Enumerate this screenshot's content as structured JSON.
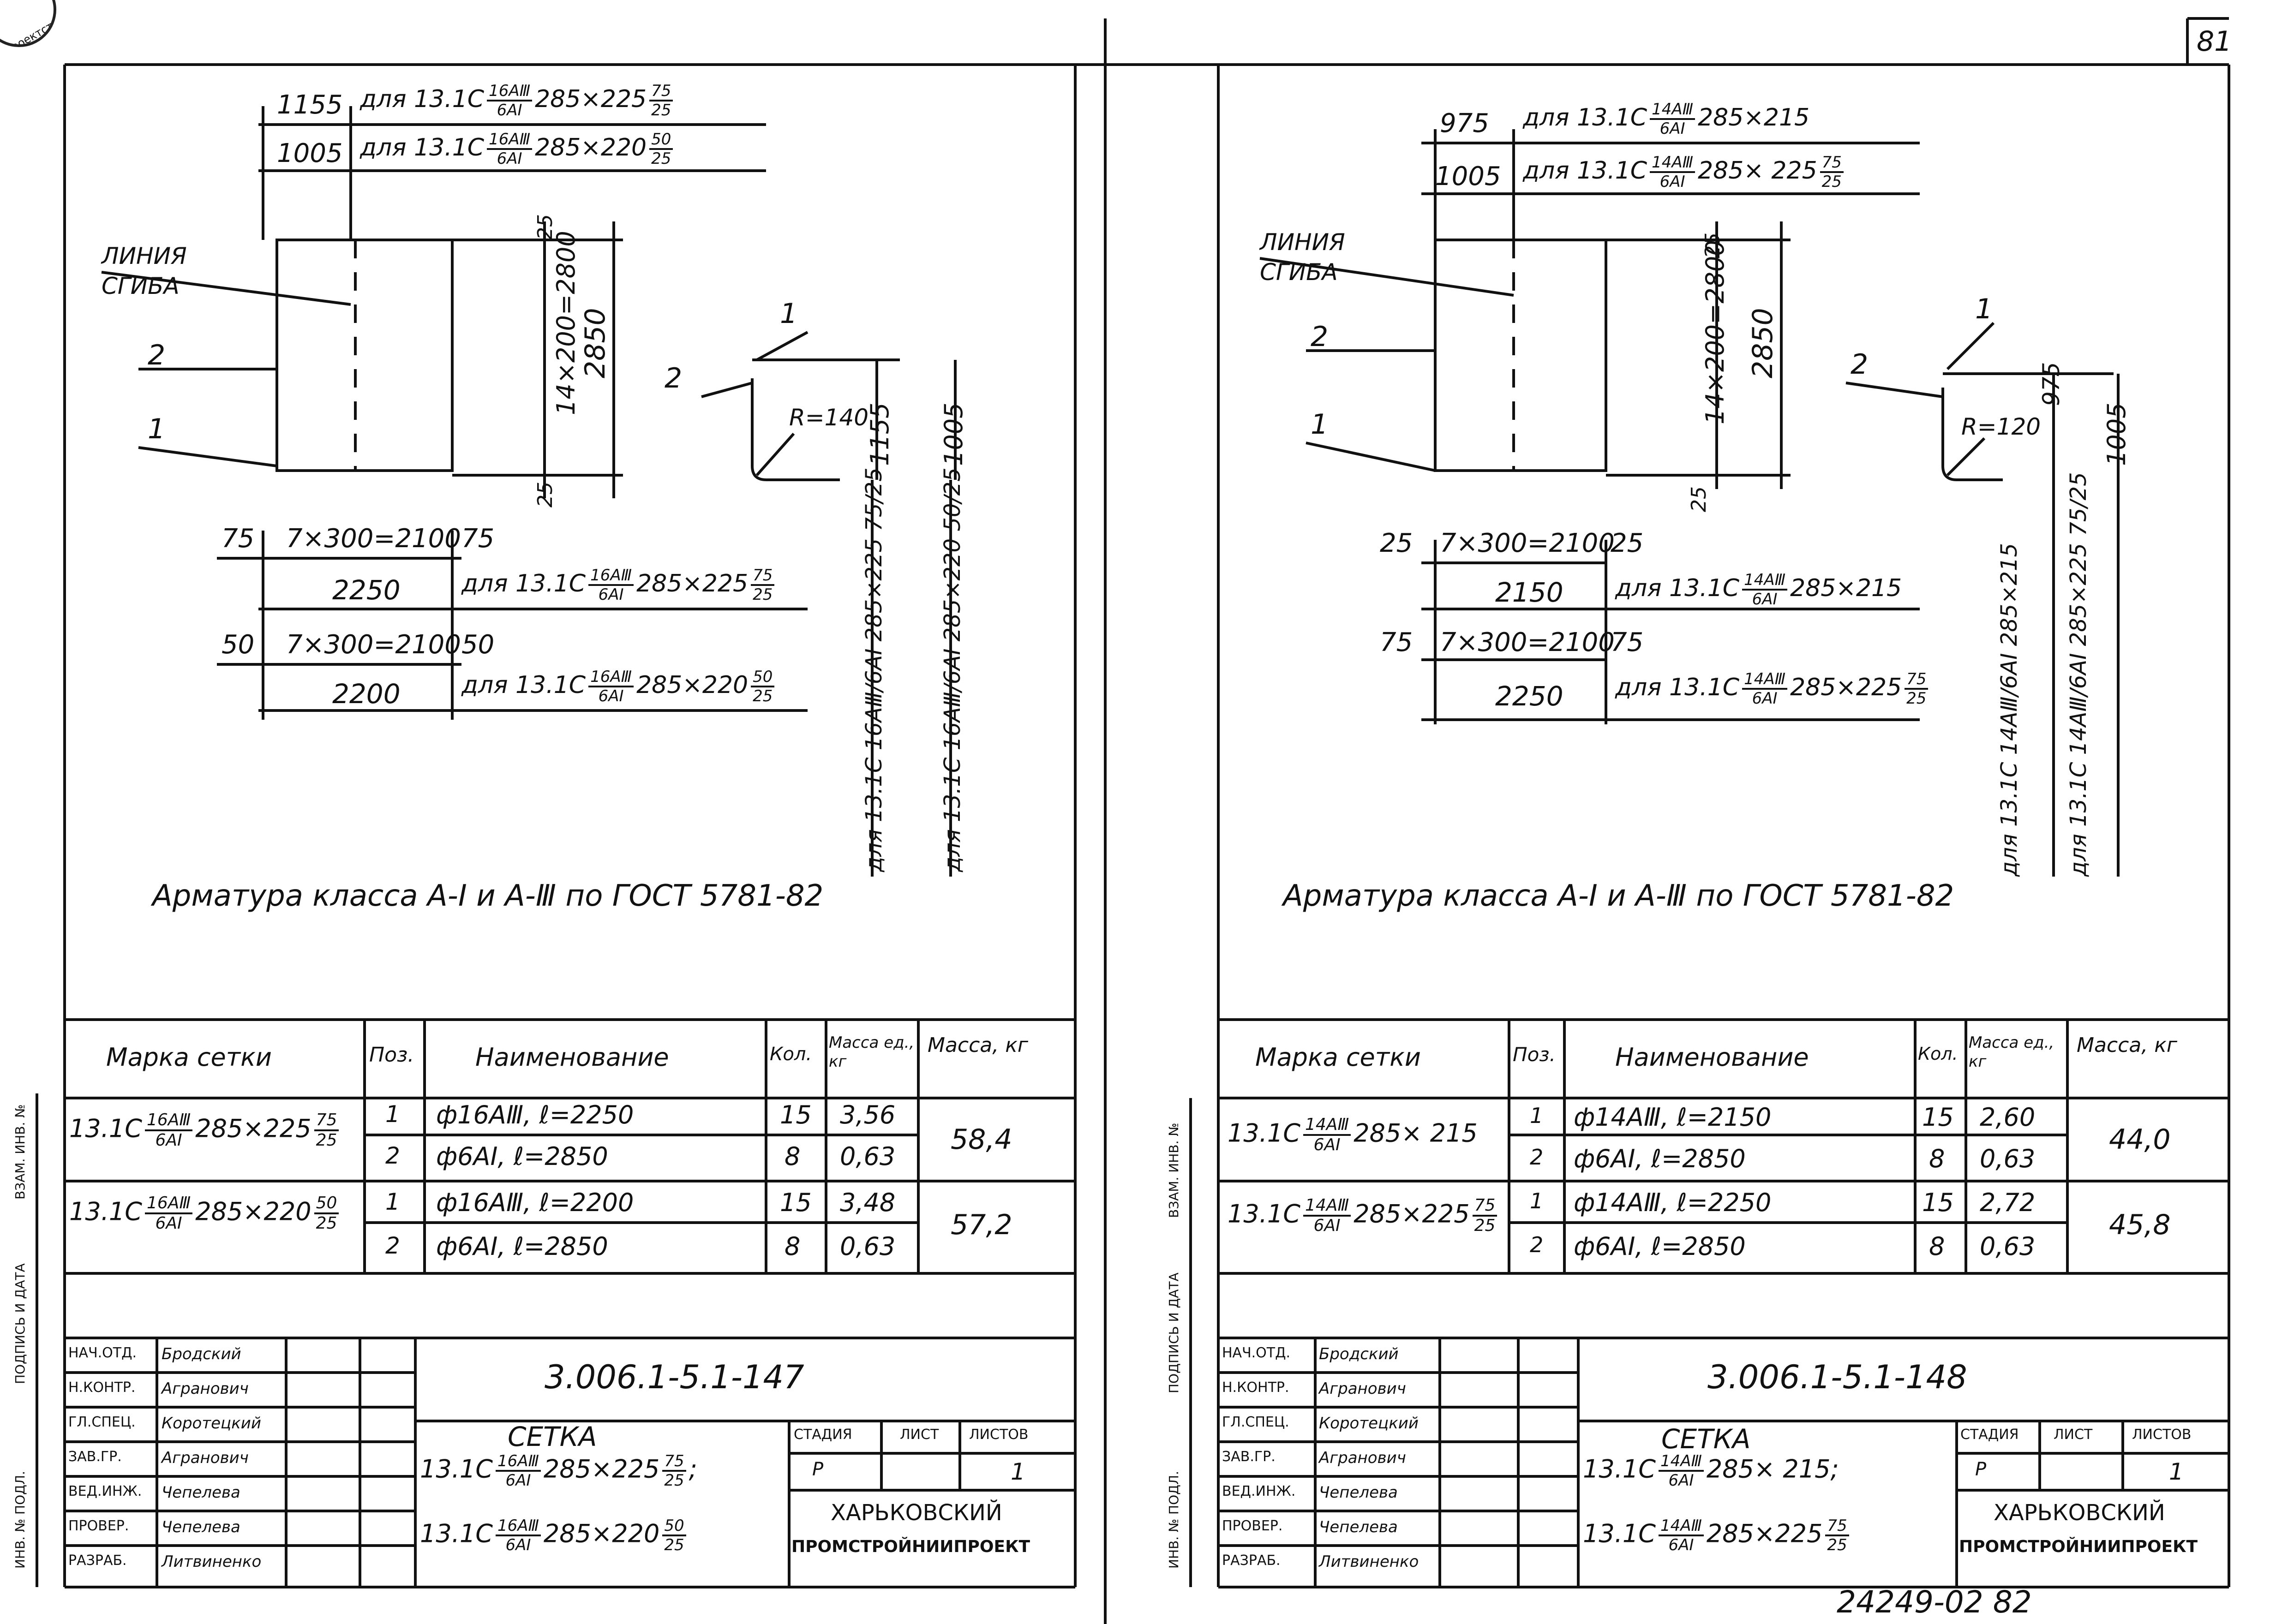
{
  "stamp": {
    "text": "Проектстальконструкция Промстройниипроект"
  },
  "sheet_number": "81",
  "bottom_code": "24249-02 82",
  "left_sheet": {
    "dims": {
      "top1_len": "1155",
      "top1_label": "для 13.1С",
      "top1_num": "16АⅢ",
      "top1_den": "6АⅠ",
      "top1_size": "285×225",
      "top1_fn": "75",
      "top1_fd": "25",
      "top2_len": "1005",
      "top2_label": "для 13.1С",
      "top2_num": "16АⅢ",
      "top2_den": "6АⅠ",
      "top2_size": "285×220",
      "top2_fn": "50",
      "top2_fd": "25",
      "line_label1": "ЛИНИЯ",
      "line_label2": "СГИБА",
      "pos2": "2",
      "pos1": "1",
      "vert_inner": "14×200=2800",
      "vert_outer": "2850",
      "top_25": "25",
      "bot_25": "25",
      "bend_pos1": "1",
      "bend_pos2": "2",
      "radius": "R=140",
      "bend_1155": "1155",
      "bend_1005": "1005",
      "row1_left": "75",
      "row1_mid": "7×300=2100",
      "row1_right": "75",
      "row2_total": "2250",
      "row2_label": "для 13.1С",
      "row2_num": "16АⅢ",
      "row2_den": "6АⅠ",
      "row2_size": "285×225",
      "row2_fn": "75",
      "row2_fd": "25",
      "row3_left": "50",
      "row3_mid": "7×300=2100",
      "row3_right": "50",
      "row4_total": "2200",
      "row4_label": "для 13.1С",
      "row4_num": "16АⅢ",
      "row4_den": "6АⅠ",
      "row4_size": "285×220",
      "row4_fn": "50",
      "row4_fd": "25",
      "vlabel1": "для 13.1С 16АⅢ/6АⅠ 285×225 75/25",
      "vlabel2": "для 13.1С 16АⅢ/6АⅠ 285×220 50/25"
    },
    "note": "Арматура класса А-Ⅰ и А-Ⅲ по ГОСТ 5781-82",
    "table": {
      "headers": [
        "Марка сетки",
        "Поз.",
        "Наименование",
        "Кол.",
        "Масса ед., кг",
        "Масса, кг"
      ],
      "rows": [
        {
          "mark_prefix": "13.1С",
          "mark_num": "16АⅢ",
          "mark_den": "6АⅠ",
          "mark_size": "285×225",
          "mark_fn": "75",
          "mark_fd": "25",
          "items": [
            {
              "pos": "1",
              "name": "ф16АⅢ,  ℓ=2250",
              "qty": "15",
              "unit": "3,56"
            },
            {
              "pos": "2",
              "name": "ф6АⅠ,  ℓ=2850",
              "qty": "8",
              "unit": "0,63"
            }
          ],
          "total": "58,4"
        },
        {
          "mark_prefix": "13.1С",
          "mark_num": "16АⅢ",
          "mark_den": "6АⅠ",
          "mark_size": "285×220",
          "mark_fn": "50",
          "mark_fd": "25",
          "items": [
            {
              "pos": "1",
              "name": "ф16АⅢ,  ℓ=2200",
              "qty": "15",
              "unit": "3,48"
            },
            {
              "pos": "2",
              "name": "ф6АⅠ,  ℓ=2850",
              "qty": "8",
              "unit": "0,63"
            }
          ],
          "total": "57,2"
        }
      ]
    },
    "title_block": {
      "roles": [
        "НАЧ.ОТД.",
        "Н.КОНТР.",
        "ГЛ.СПЕЦ.",
        "ЗАВ.ГР.",
        "ВЕД.ИНЖ.",
        "ПРОВЕР.",
        "РАЗРАБ."
      ],
      "names": [
        "Бродский",
        "Агранович",
        "Коротецкий",
        "Агранович",
        "Чепелева",
        "Чепелева",
        "Литвиненко"
      ],
      "doc_code": "3.006.1-5.1-147",
      "title": "СЕТКА",
      "t1_prefix": "13.1С",
      "t1_num": "16АⅢ",
      "t1_den": "6АⅠ",
      "t1_size": "285×225",
      "t1_fn": "75",
      "t1_fd": "25",
      "t1_end": ";",
      "t2_prefix": "13.1С",
      "t2_num": "16АⅢ",
      "t2_den": "6АⅠ",
      "t2_size": "285×220",
      "t2_fn": "50",
      "t2_fd": "25",
      "stage_h": "СТАДИЯ",
      "sheet_h": "ЛИСТ",
      "sheets_h": "ЛИСТОВ",
      "stage": "Р",
      "sheet": "",
      "sheets": "1",
      "org1": "ХАРЬКОВСКИЙ",
      "org2": "ПРОМСТРОЙНИИПРОЕКТ"
    },
    "side_labels": [
      "ВЗАМ. ИНВ. №",
      "ПОДПИСЬ И ДАТА",
      "ИНВ. № ПОДЛ."
    ]
  },
  "right_sheet": {
    "dims": {
      "top1_len": "975",
      "top1_label": "для 13.1С",
      "top1_num": "14АⅢ",
      "top1_den": "6АⅠ",
      "top1_size": "285×215",
      "top2_len": "1005",
      "top2_label": "для 13.1С",
      "top2_num": "14АⅢ",
      "top2_den": "6АⅠ",
      "top2_size": "285× 225",
      "top2_fn": "75",
      "top2_fd": "25",
      "line_label1": "ЛИНИЯ",
      "line_label2": "СГИБА",
      "pos2": "2",
      "pos1": "1",
      "vert_inner": "14×200=2800",
      "vert_outer": "2850",
      "top_25": "25",
      "bot_25": "25",
      "bend_pos1": "1",
      "bend_pos2": "2",
      "radius": "R=120",
      "bend_975": "975",
      "bend_1005": "1005",
      "row1_left": "25",
      "row1_mid": "7×300=2100",
      "row1_right": "25",
      "row2_total": "2150",
      "row2_label": "для 13.1С",
      "row2_num": "14АⅢ",
      "row2_den": "6АⅠ",
      "row2_size": "285×215",
      "row3_left": "75",
      "row3_mid": "7×300=2100",
      "row3_right": "75",
      "row4_total": "2250",
      "row4_label": "для 13.1С",
      "row4_num": "14АⅢ",
      "row4_den": "6АⅠ",
      "row4_size": "285×225",
      "row4_fn": "75",
      "row4_fd": "25",
      "vlabel1": "для 13.1С 14АⅢ/6АⅠ 285×215",
      "vlabel2": "для 13.1С 14АⅢ/6АⅠ 285×225 75/25"
    },
    "note": "Арматура класса А-Ⅰ и А-Ⅲ по ГОСТ 5781-82",
    "table": {
      "headers": [
        "Марка сетки",
        "Поз.",
        "Наименование",
        "Кол.",
        "Масса ед., кг",
        "Масса, кг"
      ],
      "rows": [
        {
          "mark_prefix": "13.1С",
          "mark_num": "14АⅢ",
          "mark_den": "6АⅠ",
          "mark_size": "285× 215",
          "mark_fn": "",
          "mark_fd": "",
          "items": [
            {
              "pos": "1",
              "name": "ф14АⅢ,  ℓ=2150",
              "qty": "15",
              "unit": "2,60"
            },
            {
              "pos": "2",
              "name": "ф6АⅠ,  ℓ=2850",
              "qty": "8",
              "unit": "0,63"
            }
          ],
          "total": "44,0"
        },
        {
          "mark_prefix": "13.1С",
          "mark_num": "14АⅢ",
          "mark_den": "6АⅠ",
          "mark_size": "285×225",
          "mark_fn": "75",
          "mark_fd": "25",
          "items": [
            {
              "pos": "1",
              "name": "ф14АⅢ,  ℓ=2250",
              "qty": "15",
              "unit": "2,72"
            },
            {
              "pos": "2",
              "name": "ф6АⅠ,  ℓ=2850",
              "qty": "8",
              "unit": "0,63"
            }
          ],
          "total": "45,8"
        }
      ]
    },
    "title_block": {
      "roles": [
        "НАЧ.ОТД.",
        "Н.КОНТР.",
        "ГЛ.СПЕЦ.",
        "ЗАВ.ГР.",
        "ВЕД.ИНЖ.",
        "ПРОВЕР.",
        "РАЗРАБ."
      ],
      "names": [
        "Бродский",
        "Агранович",
        "Коротецкий",
        "Агранович",
        "Чепелева",
        "Чепелева",
        "Литвиненко"
      ],
      "doc_code": "3.006.1-5.1-148",
      "title": "СЕТКА",
      "t1_prefix": "13.1С",
      "t1_num": "14АⅢ",
      "t1_den": "6АⅠ",
      "t1_size": "285× 215",
      "t1_fn": "",
      "t1_fd": "",
      "t1_end": ";",
      "t2_prefix": "13.1С",
      "t2_num": "14АⅢ",
      "t2_den": "6АⅠ",
      "t2_size": "285×225",
      "t2_fn": "75",
      "t2_fd": "25",
      "stage_h": "СТАДИЯ",
      "sheet_h": "ЛИСТ",
      "sheets_h": "ЛИСТОВ",
      "stage": "Р",
      "sheet": "",
      "sheets": "1",
      "org1": "ХАРЬКОВСКИЙ",
      "org2": "ПРОМСТРОЙНИИПРОЕКТ"
    },
    "side_labels": [
      "ВЗАМ. ИНВ. №",
      "ПОДПИСЬ И ДАТА",
      "ИНВ. № ПОДЛ."
    ]
  }
}
